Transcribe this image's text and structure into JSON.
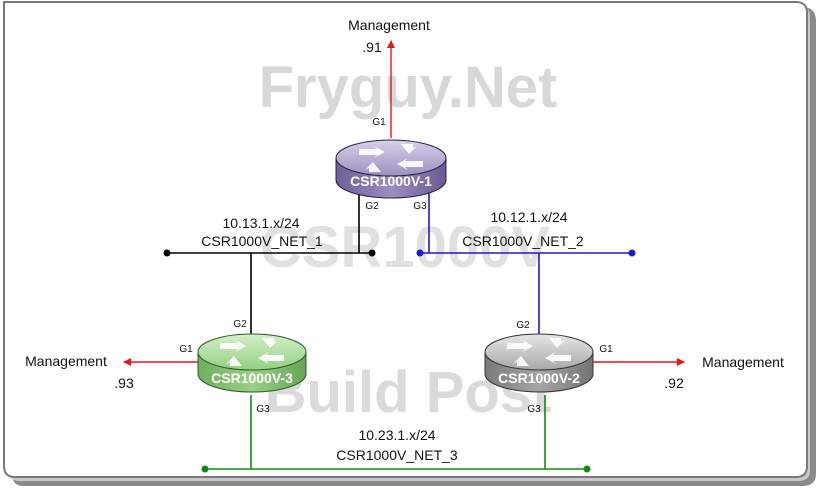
{
  "watermarks": {
    "top": "Fryguy.Net",
    "middle": "CSR1000V",
    "bottom": "Build Post"
  },
  "colors": {
    "management": "#e8141c",
    "net1": "#000000",
    "net2": "#1a1ad0",
    "net3": "#128a12",
    "watermark": "#d8d8d8",
    "router1": "#8f7fb0",
    "router2": "#9a9a9a",
    "router3": "#8cc47e"
  },
  "routers": {
    "r1": {
      "name": "CSR1000V-1"
    },
    "r2": {
      "name": "CSR1000V-2"
    },
    "r3": {
      "name": "CSR1000V-3"
    }
  },
  "management": {
    "label": "Management",
    "r1_ip": ".91",
    "r2_ip": ".92",
    "r3_ip": ".93"
  },
  "interfaces": {
    "r1_g1": "G1",
    "r1_g2": "G2",
    "r1_g3": "G3",
    "r2_g1": "G1",
    "r2_g2": "G2",
    "r2_g3": "G3",
    "r3_g1": "G1",
    "r3_g2": "G2",
    "r3_g3": "G3"
  },
  "networks": {
    "net1": {
      "subnet": "10.13.1.x/24",
      "name": "CSR1000V_NET_1"
    },
    "net2": {
      "subnet": "10.12.1.x/24",
      "name": "CSR1000V_NET_2"
    },
    "net3": {
      "subnet": "10.23.1.x/24",
      "name": "CSR1000V_NET_3"
    }
  }
}
